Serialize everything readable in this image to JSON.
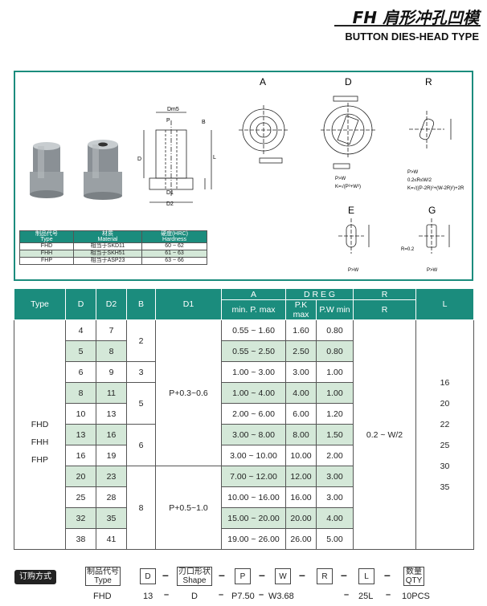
{
  "header": {
    "title_cn": "FH 肩形冲孔凹模",
    "title_en": "BUTTON DIES-HEAD TYPE"
  },
  "drawing": {
    "view_labels": [
      "A",
      "D",
      "R",
      "E",
      "G"
    ],
    "dim_labels": {
      "dm5": "Dm5",
      "p": "P",
      "b": "B",
      "l": "L",
      "d1": "D1",
      "d2": "D2",
      "d": "D"
    },
    "d_notes": [
      "P>W",
      "K=√(P²+W²)"
    ],
    "r_notes": [
      "P>W",
      "0.2≤R≤W/2",
      "K=√((P-2R)²+(W-2R)²)+2R"
    ],
    "e_note": "P>W",
    "g_note": "P>W",
    "g_r": "R=0.2"
  },
  "material_table": {
    "headers": [
      [
        "制品代号",
        "Type"
      ],
      [
        "材质",
        "Material"
      ],
      [
        "硬度(HRC)",
        "Hardness"
      ]
    ],
    "rows": [
      [
        "FHD",
        "相当于SKD11",
        "60 ~ 62"
      ],
      [
        "FHH",
        "相当于SKH51",
        "61 ~ 63"
      ],
      [
        "FHP",
        "相当于ASP23",
        "63 ~ 66"
      ]
    ]
  },
  "main_table": {
    "headers": {
      "type": "Type",
      "d": "D",
      "d2": "D2",
      "b": "B",
      "d1": "D1",
      "a": "A",
      "a_sub": "min. P. max",
      "dreg": "D R E G",
      "pk": "P.K max",
      "pw": "P.W min",
      "r": "R",
      "r_sub": "R",
      "l": "L"
    },
    "type_values": [
      "FHD",
      "FHH",
      "FHP"
    ],
    "rows": [
      {
        "d": "4",
        "d2": "7",
        "a": "0.55 ~ 1.60",
        "pk": "1.60",
        "pw": "0.80"
      },
      {
        "d": "5",
        "d2": "8",
        "a": "0.55 ~ 2.50",
        "pk": "2.50",
        "pw": "0.80"
      },
      {
        "d": "6",
        "d2": "9",
        "a": "1.00 ~ 3.00",
        "pk": "3.00",
        "pw": "1.00"
      },
      {
        "d": "8",
        "d2": "11",
        "a": "1.00 ~ 4.00",
        "pk": "4.00",
        "pw": "1.00"
      },
      {
        "d": "10",
        "d2": "13",
        "a": "2.00 ~ 6.00",
        "pk": "6.00",
        "pw": "1.20"
      },
      {
        "d": "13",
        "d2": "16",
        "a": "3.00 ~ 8.00",
        "pk": "8.00",
        "pw": "1.50"
      },
      {
        "d": "16",
        "d2": "19",
        "a": "3.00 ~ 10.00",
        "pk": "10.00",
        "pw": "2.00"
      },
      {
        "d": "20",
        "d2": "23",
        "a": "7.00 ~ 12.00",
        "pk": "12.00",
        "pw": "3.00"
      },
      {
        "d": "25",
        "d2": "28",
        "a": "10.00 ~ 16.00",
        "pk": "16.00",
        "pw": "3.00"
      },
      {
        "d": "32",
        "d2": "35",
        "a": "15.00 ~ 20.00",
        "pk": "20.00",
        "pw": "4.00"
      },
      {
        "d": "38",
        "d2": "41",
        "a": "19.00 ~ 26.00",
        "pk": "26.00",
        "pw": "5.00"
      }
    ],
    "b_groups": [
      "2",
      "3",
      "5",
      "6",
      "8"
    ],
    "d1_groups": [
      "P+0.3~0.6",
      "P+0.5~1.0"
    ],
    "r_value": "0.2 ~ W/2",
    "l_values": [
      "16",
      "20",
      "22",
      "25",
      "30",
      "35"
    ]
  },
  "order": {
    "badge": "订购方式",
    "boxes": [
      "制品代号",
      "Type",
      "D",
      "刃口形状",
      "Shape",
      "P",
      "W",
      "R",
      "L",
      "数量",
      "QTY"
    ],
    "example": [
      "FHD",
      "13",
      "D",
      "P7.50",
      "W3.68",
      "25L",
      "10PCS"
    ]
  }
}
